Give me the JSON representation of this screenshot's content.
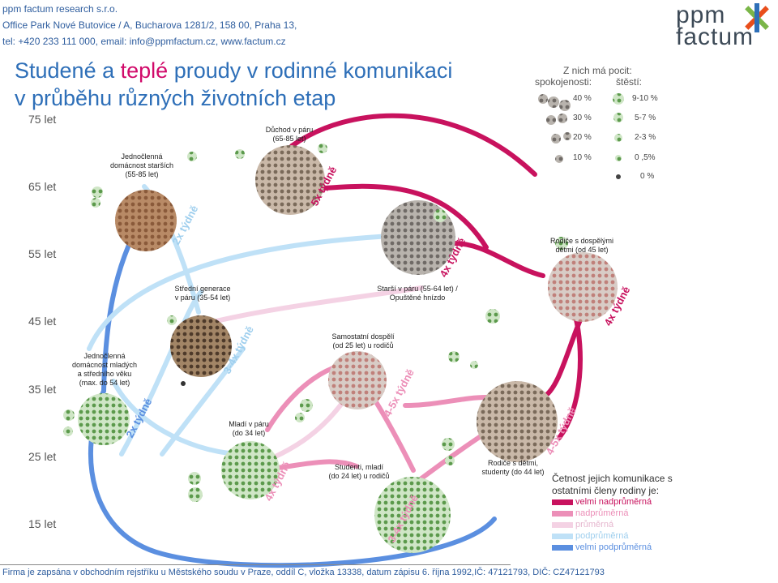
{
  "header": {
    "company": "ppm factum research s.r.o.",
    "address": "Office Park Nové Butovice / A, Bucharova 1281/2, 158 00,  Praha 13,",
    "contact": "tel: +420 233 111 000, email: info@ppmfactum.cz, www.factum.cz"
  },
  "logo": {
    "line1": "ppm",
    "line2": "factum"
  },
  "title": {
    "part1": "Studené",
    "part2": " a ",
    "part3": "teplé",
    "part4": " proudy v rodinné komunikaci",
    "line2": "v průběhu různých životních etap"
  },
  "ages": [
    "75 let",
    "65 let",
    "55 let",
    "45 let",
    "35 let",
    "25 let",
    "15 let"
  ],
  "stages": [
    {
      "id": "seniors-single",
      "text": [
        "Jednočlenná",
        "domácnost starších",
        "(55-85 let)"
      ]
    },
    {
      "id": "retired-couple",
      "text": [
        "Důchod v páru",
        "(65-85 let)"
      ]
    },
    {
      "id": "middle-gen",
      "text": [
        "Střední generace",
        "v páru (35-54 let)"
      ]
    },
    {
      "id": "empty-nest",
      "text": [
        "Starší v páru (55-64 let) /",
        "Opuštěné hnízdo"
      ]
    },
    {
      "id": "parents-adult-kids",
      "text": [
        "Rodiče s dospělými",
        "dětmi (od 45 let)"
      ]
    },
    {
      "id": "young-single",
      "text": [
        "Jednočlenná",
        "domácnost mladých",
        "a středního věku",
        "(max. do 54 let)"
      ]
    },
    {
      "id": "adult-with-parents",
      "text": [
        "Samostatní dospělí",
        "(od 25 let) u rodičů"
      ]
    },
    {
      "id": "young-couple",
      "text": [
        "Mladí v páru",
        "(do 34 let)"
      ]
    },
    {
      "id": "students",
      "text": [
        "Studenti, mladí",
        "(do 24 let) u rodičů"
      ]
    },
    {
      "id": "parents-kids",
      "text": [
        "Rodiče s dětmi,",
        "studenty (do 44 let)"
      ]
    }
  ],
  "frequencies": [
    "5x týdně",
    "2x týdně",
    "4x týdně",
    "3-4x týdně",
    "4x týdně",
    "4-5x týdně",
    "2x týdně",
    "4x týdně",
    "4-5x týdně",
    "3-4x týdně"
  ],
  "size_legend": {
    "heading": "Z nich má pocit:",
    "col1": "spokojenosti:",
    "col2": "štěstí:",
    "rows": [
      {
        "left": "40 %",
        "right": "9-10 %"
      },
      {
        "left": "30 %",
        "right": "5-7 %"
      },
      {
        "left": "20 %",
        "right": "2-3 %"
      },
      {
        "left": "10 %",
        "right": "0 ,5%"
      },
      {
        "left": "",
        "right": "0 %"
      }
    ]
  },
  "link_legend": {
    "title": "Četnost jejich komunikace s ostatními členy rodiny je:",
    "items": [
      {
        "label": "velmi nadprůměrná",
        "color": "#c8125e"
      },
      {
        "label": "nadprůměrná",
        "color": "#ec8fb8"
      },
      {
        "label": "průměrná",
        "color": "#f4d2e4"
      },
      {
        "label": "podprůměrná",
        "color": "#bfe1f7"
      },
      {
        "label": "velmi podprůměrná",
        "color": "#5b8fe0"
      }
    ]
  },
  "footer": "Firma je zapsána v obchodním rejstříku u Městského soudu v Praze, oddíl C, vložka 13338, datum zápisu 6. října 1992,IČ: 47121793, DIČ: CZ47121793"
}
